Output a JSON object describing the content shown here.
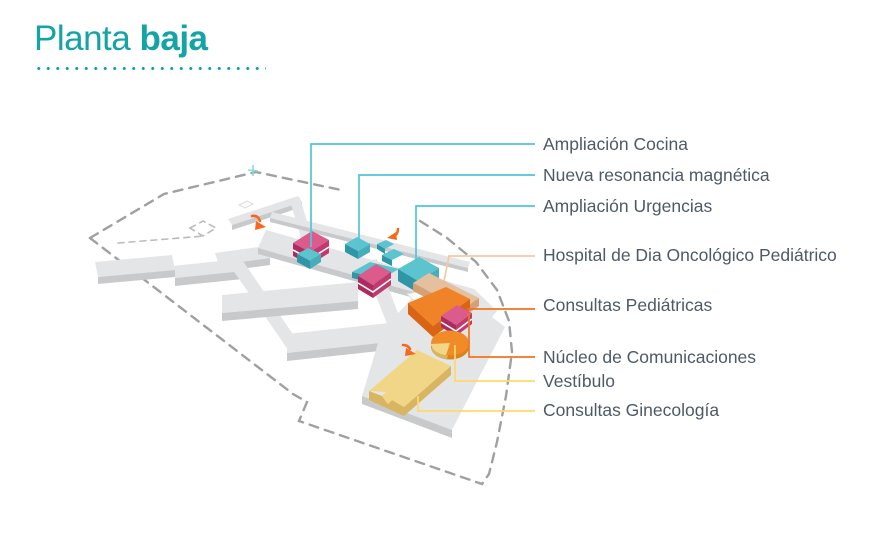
{
  "title": {
    "regular": "Planta ",
    "bold": "baja"
  },
  "colors": {
    "title_teal": "#14A3A7",
    "label_text": "#4E5A66",
    "line_teal": "#53C3DA",
    "line_tan": "#F2C9A1",
    "line_orange": "#F4731C",
    "line_yellow": "#FFD96B",
    "block_pink": "#DB5B8C",
    "block_teal": "#5BC4CF",
    "block_tan": "#E5C09E",
    "block_orange": "#F08327",
    "block_yellow": "#F2D687",
    "building_gray": "#E4E5E6",
    "boundary_gray": "#9EA0A2"
  },
  "labels": [
    {
      "text": "Ampliación Cocina",
      "color": "line_teal"
    },
    {
      "text": "Nueva resonancia magnética",
      "color": "line_teal"
    },
    {
      "text": "Ampliación Urgencias",
      "color": "line_teal"
    },
    {
      "text": "Hospital de Dia Oncológico Pediátrico",
      "color": "line_tan"
    },
    {
      "text": "Consultas Pediátricas",
      "color": "line_orange"
    },
    {
      "text": "Núcleo de Comunicaciones",
      "color": "line_orange"
    },
    {
      "text": "Vestíbulo",
      "color": "line_yellow"
    },
    {
      "text": "Consultas Ginecología",
      "color": "line_yellow"
    }
  ]
}
